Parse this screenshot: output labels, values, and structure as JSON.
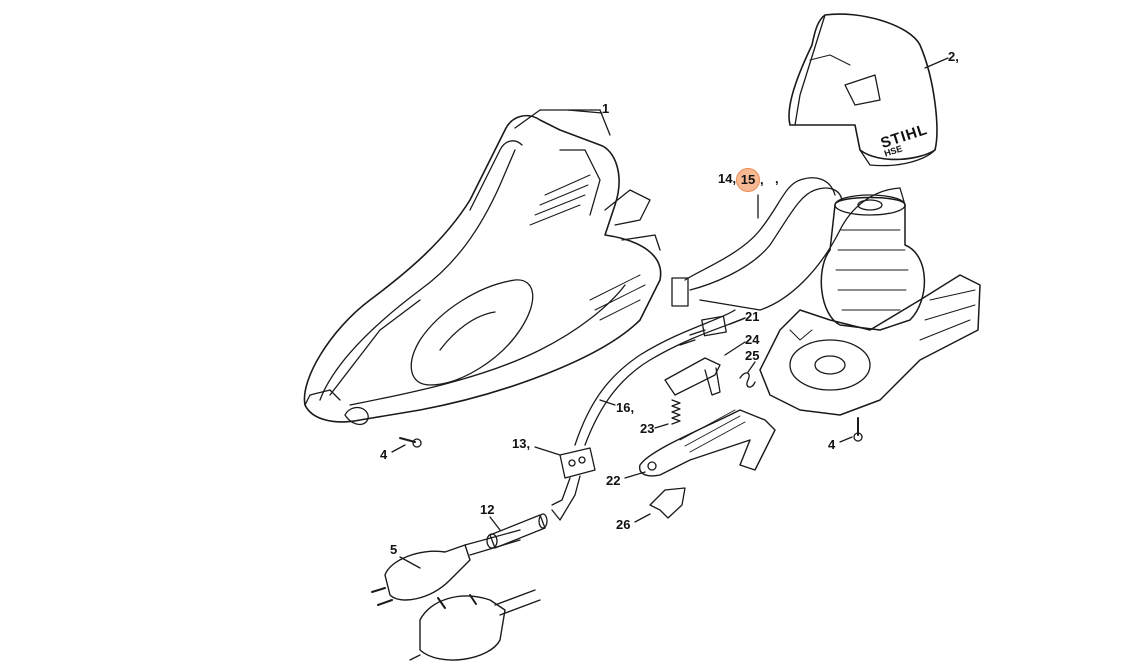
{
  "colors": {
    "line": "#1a1a1a",
    "highlight_fill": "#f7b994",
    "highlight_stroke": "#ee8a4e",
    "background": "#ffffff"
  },
  "brand": {
    "logo_text": "STIHL",
    "model_text": "HSE"
  },
  "callouts": {
    "c1": "1",
    "c2": "2,",
    "c4a": "4",
    "c4b": "4",
    "c5": "5",
    "c12": "12",
    "c13": "13,",
    "c14": "14,",
    "c15": "15",
    "c15_suffix": ",",
    "c15_extra": ",",
    "c16": "16,",
    "c21": "21",
    "c22": "22",
    "c23": "23",
    "c24": "24",
    "c25": "25",
    "c26": "26"
  }
}
